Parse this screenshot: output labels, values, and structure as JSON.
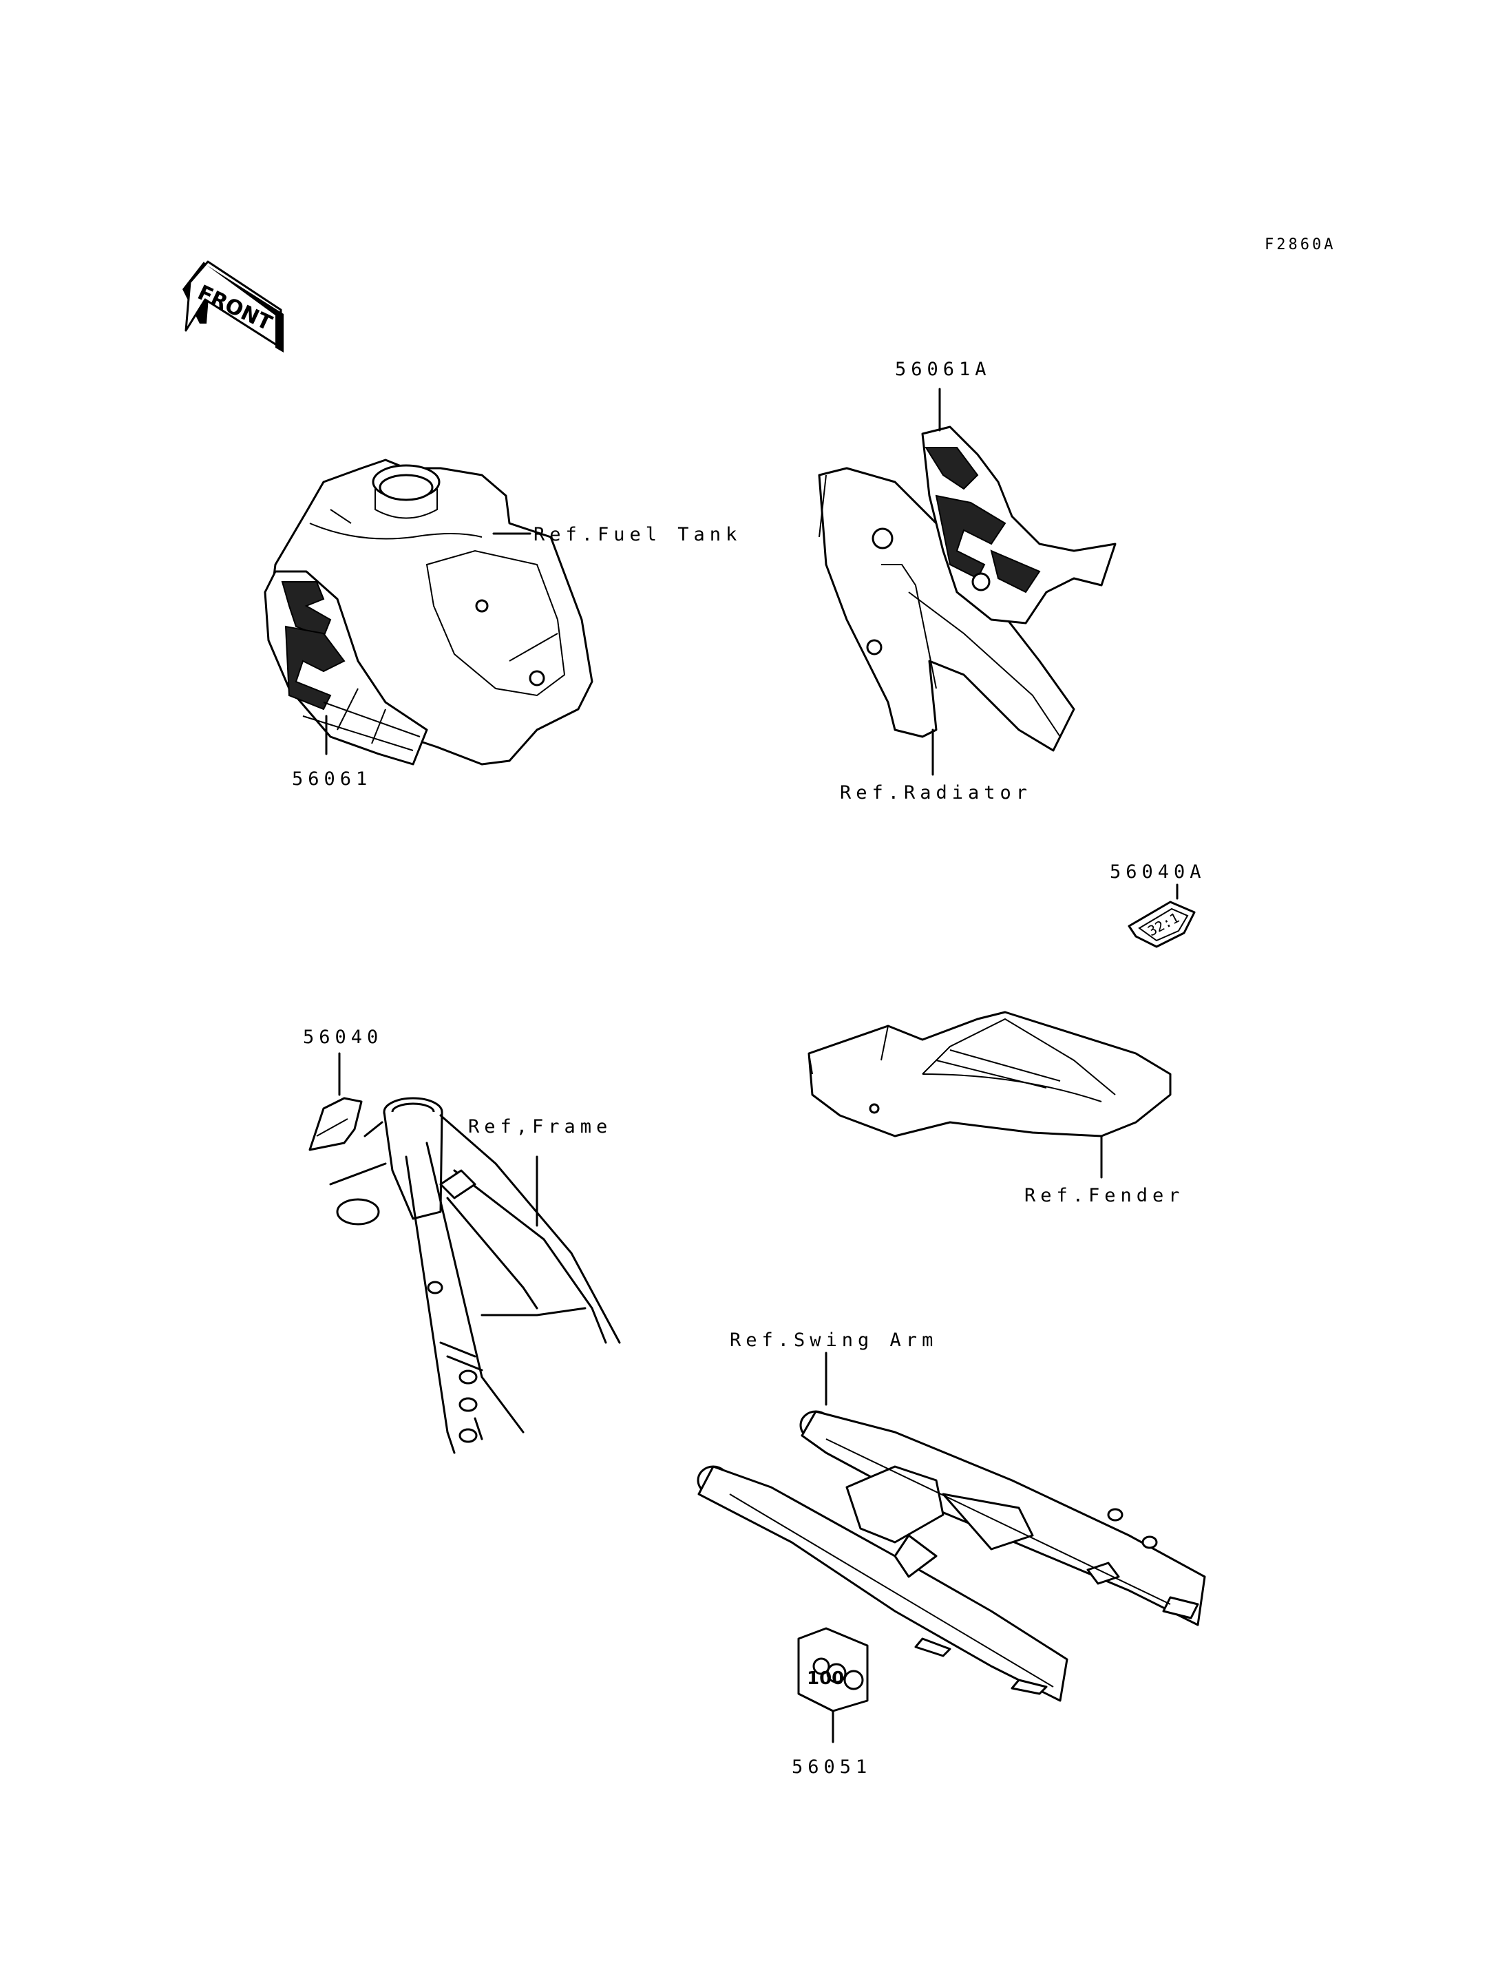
{
  "figure_code": "F2860A",
  "front_arrow_label": "FRONT",
  "parts": {
    "p56061": "56061",
    "p56061A": "56061A",
    "p56040": "56040",
    "p56040A": "56040A",
    "p56051": "56051"
  },
  "references": {
    "fuel_tank": "Ref.Fuel Tank",
    "radiator": "Ref.Radiator",
    "frame": "Ref,Frame",
    "fender": "Ref.Fender",
    "swing_arm": "Ref.Swing Arm"
  },
  "decal_text": {
    "ratio_decal": "32:1",
    "number_plate": "100"
  }
}
